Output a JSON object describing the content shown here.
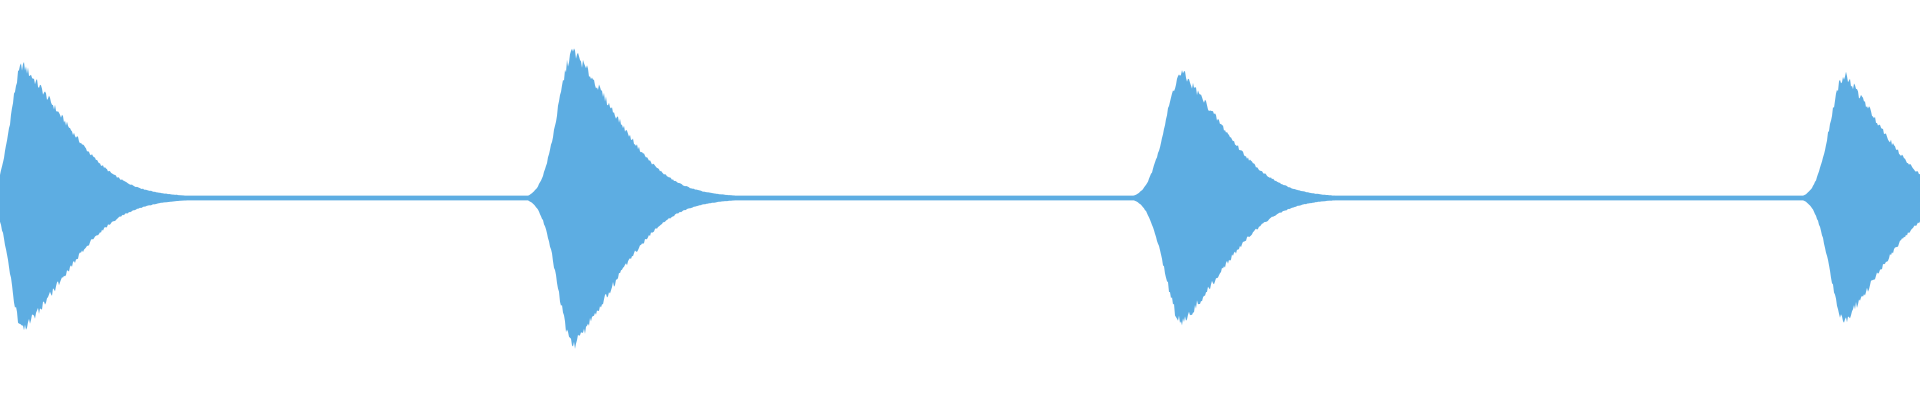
{
  "waveform": {
    "color": "#5dade2",
    "background": "#ffffff",
    "baseline_thickness_fraction": 0.012,
    "bursts": [
      {
        "peak_time": 0.012,
        "peak_amplitude": 0.67,
        "attack": 0.01,
        "decay": 0.035
      },
      {
        "peak_time": 0.299,
        "peak_amplitude": 0.74,
        "attack": 0.013,
        "decay": 0.034
      },
      {
        "peak_time": 0.616,
        "peak_amplitude": 0.63,
        "attack": 0.014,
        "decay": 0.033
      },
      {
        "peak_time": 0.961,
        "peak_amplitude": 0.62,
        "attack": 0.012,
        "decay": 0.03
      }
    ]
  }
}
